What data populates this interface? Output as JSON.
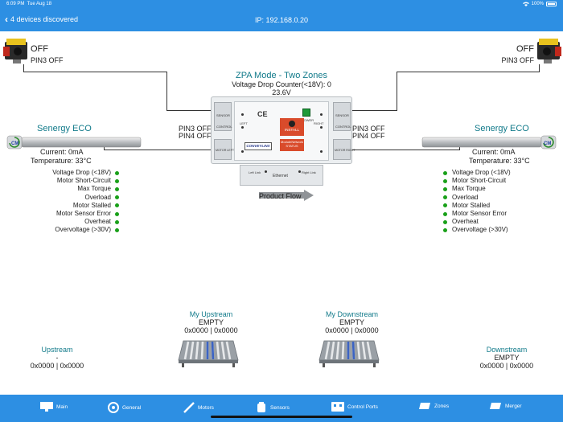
{
  "status_bar": {
    "time": "6:09 PM",
    "date": "Tue Aug 18",
    "battery": "100%"
  },
  "nav": {
    "back_label": "4 devices discovered",
    "title": "IP: 192.168.0.20"
  },
  "module": {
    "mode": "ZPA Mode - Two Zones",
    "voltage_counter": "Voltage Drop Counter(<18V): 0",
    "voltage": "23.6V",
    "labels": {
      "sensor": "SENSOR",
      "control": "CONTROL",
      "left": "LEFT",
      "right": "RIGHT",
      "power": "POWER",
      "install": "INSTALL",
      "brand": "CONVEYLINX",
      "module": "Module",
      "network": "Network",
      "status": "STATUS",
      "motor_left": "MOTOR LEFT",
      "motor_right": "MOTOR RIGHT",
      "left_link": "Left Link",
      "ethernet": "Ethernet",
      "right_link": "Right Link"
    }
  },
  "product_flow": "Product Flow",
  "left_sensor": {
    "state": "OFF",
    "pin": "PIN3 OFF"
  },
  "right_sensor": {
    "state": "OFF",
    "pin": "PIN3 OFF"
  },
  "left_pins": {
    "pin3": "PIN3 OFF",
    "pin4": "PIN4 OFF"
  },
  "right_pins": {
    "pin3": "PIN3 OFF",
    "pin4": "PIN4 OFF"
  },
  "left_motor": {
    "name": "Senergy ECO",
    "current": "Current: 0mA",
    "temperature": "Temperature: 33°C",
    "badge": "CM"
  },
  "right_motor": {
    "name": "Senergy ECO",
    "current": "Current: 0mA",
    "temperature": "Temperature: 33°C",
    "badge": "CM"
  },
  "status_items": [
    "Voltage Drop (<18V)",
    "Motor Short-Circuit",
    "Max Torque",
    "Overload",
    "Motor Stalled",
    "Motor Sensor Error",
    "Overheat",
    "Overvoltage (>30V)"
  ],
  "colors": {
    "accent": "#2d8fe3",
    "teal": "#117a8a",
    "ok_dot": "#19a019",
    "status_red": "#d94b2b"
  },
  "zones": {
    "upstream": {
      "title": "Upstream",
      "state": "-",
      "value": "0x0000 | 0x0000"
    },
    "my_upstream": {
      "title": "My Upstream",
      "state": "EMPTY",
      "value": "0x0000 | 0x0000"
    },
    "my_downstream": {
      "title": "My Downstream",
      "state": "EMPTY",
      "value": "0x0000 | 0x0000"
    },
    "downstream": {
      "title": "Downstream",
      "state": "EMPTY",
      "value": "0x0000 | 0x0000"
    }
  },
  "tabs": [
    {
      "label": "Main",
      "icon": "monitor-icon"
    },
    {
      "label": "General",
      "icon": "general-icon"
    },
    {
      "label": "Motors",
      "icon": "motor-roller-icon"
    },
    {
      "label": "Sensors",
      "icon": "sensor-icon"
    },
    {
      "label": "Control Ports",
      "icon": "control-ports-icon"
    },
    {
      "label": "Zones",
      "icon": "zones-icon"
    },
    {
      "label": "Merger",
      "icon": "merger-icon"
    }
  ]
}
